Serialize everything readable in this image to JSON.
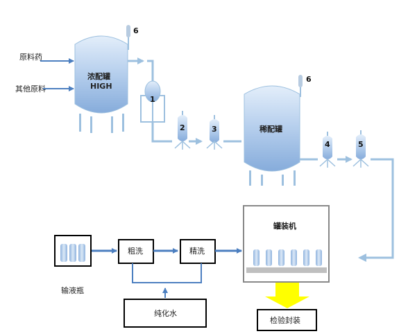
{
  "labels": {
    "raw_medicine": "原料药",
    "other_raw": "其他原料",
    "conc_tank_line1": "浓配罐",
    "conc_tank_line2": "HIGH",
    "dilute_tank": "稀配罐",
    "filling_machine": "罐装机",
    "coarse_wash": "粗洗",
    "fine_wash": "精洗",
    "pure_water": "纯化水",
    "infusion_bottle": "输液瓶",
    "inspect_seal": "检验封装"
  },
  "numbers": {
    "gauge_conc": "6",
    "gauge_dilute": "6",
    "filter_1": "1",
    "filter_2": "2",
    "filter_3": "3",
    "filter_4": "4",
    "filter_5": "5"
  },
  "colors": {
    "pipe": "#9dc0df",
    "tank_light": "#dce9f7",
    "tank_dark": "#8fb3de",
    "arrow_dark": "#4c7fc0",
    "gauge": "#b7cbe0",
    "yellow_arrow": "#ffff00",
    "tray": "#bfbfbf"
  }
}
